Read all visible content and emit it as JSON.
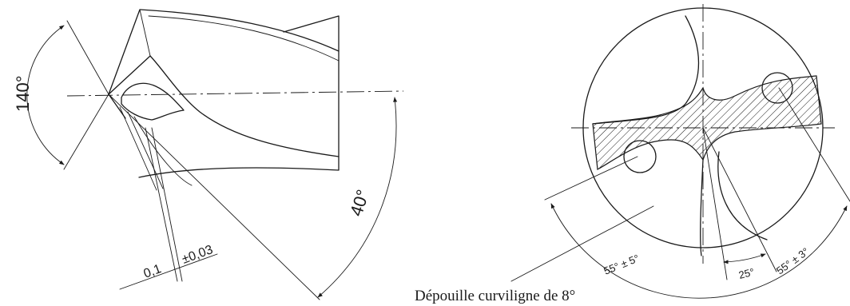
{
  "side_view": {
    "point_angle": "140°",
    "relief_angle": "40°",
    "dimension_a": "0,1",
    "dimension_b": "±0,03"
  },
  "end_view": {
    "tolerance_left": "55° ± 5°",
    "angle_small": "25°",
    "tolerance_right": "55° ± 3°",
    "caption": "Dépouille curviligne de 8°"
  }
}
